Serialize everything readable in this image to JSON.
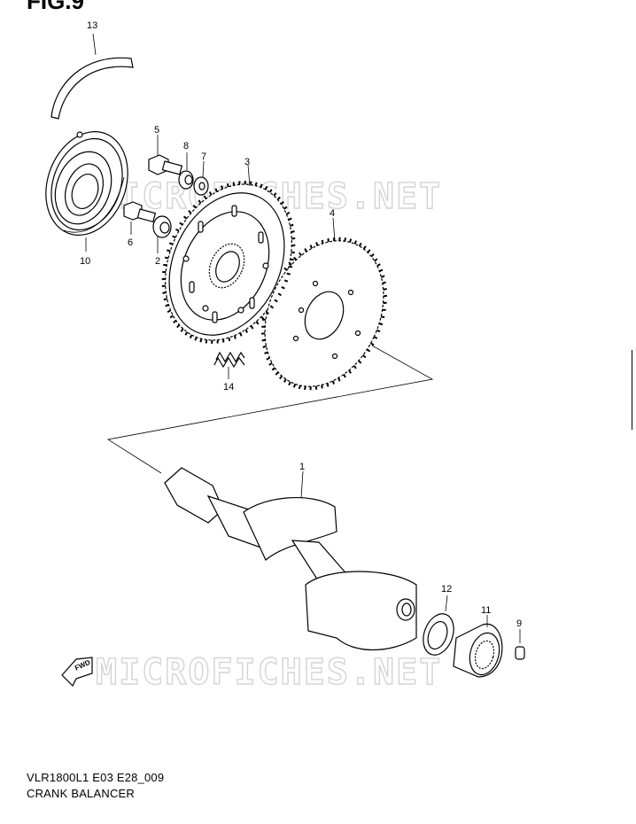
{
  "figure": {
    "title": "FIG.9",
    "footer_code": "VLR1800L1 E03 E28_009",
    "footer_name": "CRANK BALANCER"
  },
  "watermark": "MICROFICHES.NET",
  "fwd_label": "FWD",
  "callouts": [
    {
      "id": "13",
      "label": "13"
    },
    {
      "id": "5",
      "label": "5"
    },
    {
      "id": "8",
      "label": "8"
    },
    {
      "id": "7",
      "label": "7"
    },
    {
      "id": "3",
      "label": "3"
    },
    {
      "id": "4",
      "label": "4"
    },
    {
      "id": "10",
      "label": "10"
    },
    {
      "id": "6",
      "label": "6"
    },
    {
      "id": "2",
      "label": "2"
    },
    {
      "id": "14",
      "label": "14"
    },
    {
      "id": "1",
      "label": "1"
    },
    {
      "id": "12",
      "label": "12"
    },
    {
      "id": "11",
      "label": "11"
    },
    {
      "id": "9",
      "label": "9"
    }
  ]
}
